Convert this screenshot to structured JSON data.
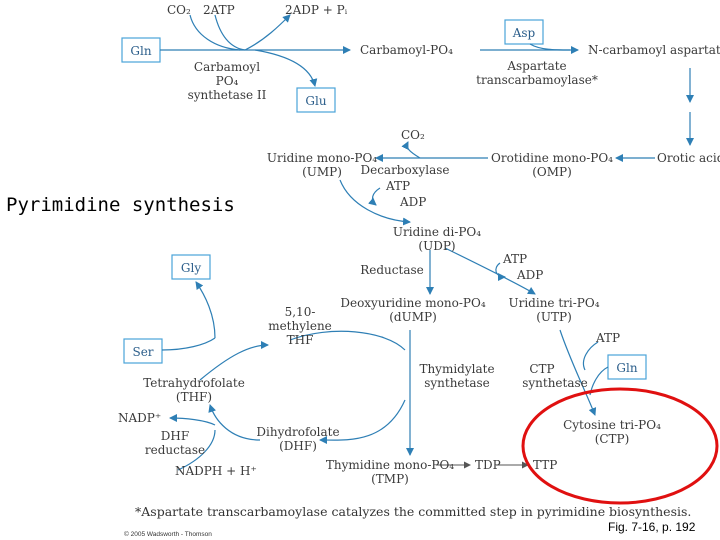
{
  "slide_title": "Pyrimidine synthesis",
  "figure_ref": "Fig. 7-16, p. 192",
  "copyright": "© 2005 Wadsworth - Thomson",
  "footnote": "*Aspartate transcarbamoylase catalyzes the committed step in pyrimidine biosynthesis.",
  "highlight_color": "#e01010",
  "boxes": {
    "gln_top": "Gln",
    "asp": "Asp",
    "glu": "Glu",
    "gly": "Gly",
    "ser": "Ser",
    "gln_ctp": "Gln"
  },
  "labels": {
    "co2_top": "CO₂",
    "atp2": "2ATP",
    "adp2_pi": "2ADP + Pᵢ",
    "carbamoyl_po4": "Carbamoyl-PO₄",
    "cps_1": "Carbamoyl",
    "cps_2": "PO₄",
    "cps_3": "synthetase II",
    "ncarb_asp": "N-carbamoyl aspartate",
    "atc_1": "Aspartate",
    "atc_2": "transcarbamoylase*",
    "orotic_acid": "Orotic acid",
    "omp_1": "Orotidine mono-PO₄",
    "omp_2": "(OMP)",
    "ump_1": "Uridine mono-PO₄",
    "ump_2": "(UMP)",
    "co2_mid": "CO₂",
    "decarboxylase": "Decarboxylase",
    "atp_a": "ATP",
    "adp_a": "ADP",
    "udp_1": "Uridine di-PO₄",
    "udp_2": "(UDP)",
    "reductase": "Reductase",
    "atp_b": "ATP",
    "adp_b": "ADP",
    "dump_1": "Deoxyuridine mono-PO₄",
    "dump_2": "(dUMP)",
    "utp_1": "Uridine tri-PO₄",
    "utp_2": "(UTP)",
    "mthf_1": "5,10-",
    "mthf_2": "methylene",
    "mthf_3": "THF",
    "atp_c": "ATP",
    "ts_1": "Thymidylate",
    "ts_2": "synthetase",
    "ctps_1": "CTP",
    "ctps_2": "synthetase",
    "thf_1": "Tetrahydrofolate",
    "thf_2": "(THF)",
    "nadp": "NADP⁺",
    "dhfr_1": "DHF",
    "dhfr_2": "reductase",
    "dhf_1": "Dihydrofolate",
    "dhf_2": "(DHF)",
    "ctp_1": "Cytosine tri-PO₄",
    "ctp_2": "(CTP)",
    "nadph": "NADPH + H⁺",
    "tmp_1": "Thymidine mono-PO₄",
    "tmp_2": "(TMP)",
    "tdp": "TDP",
    "ttp": "TTP"
  }
}
